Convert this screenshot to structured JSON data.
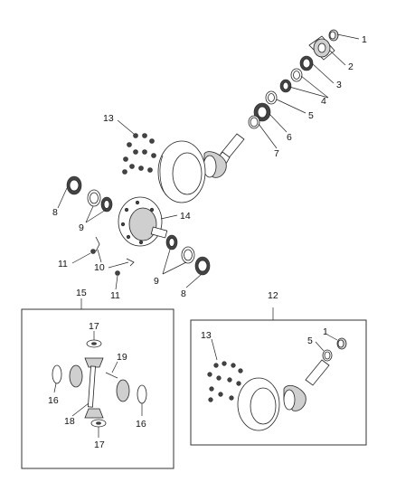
{
  "callouts": {
    "c1": "1",
    "c2": "2",
    "c3": "3",
    "c4": "4",
    "c5": "5",
    "c6": "6",
    "c7": "7",
    "c8a": "8",
    "c8b": "8",
    "c9a": "9",
    "c9b": "9",
    "c10": "10",
    "c11a": "11",
    "c11b": "11",
    "c13": "13",
    "c14": "14",
    "c15": "15",
    "c16a": "16",
    "c16b": "16",
    "c17a": "17",
    "c17b": "17",
    "c18": "18",
    "c19": "19",
    "c12": "12",
    "c13b": "13",
    "c5b": "5",
    "c1b": "1"
  }
}
